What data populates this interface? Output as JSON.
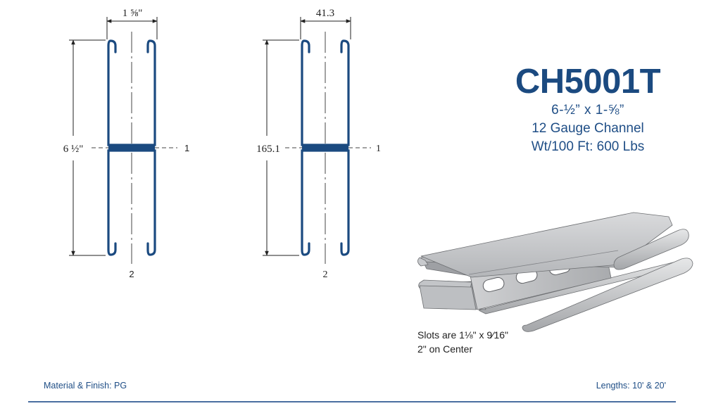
{
  "colors": {
    "profile": "#1b4a80",
    "dimension": "#222222",
    "accent_text": "#1f4e86"
  },
  "drawing_imperial": {
    "width_label": "1 ⅝\"",
    "height_label": "6 ½\"",
    "axis_1": "1",
    "axis_2": "2"
  },
  "drawing_metric": {
    "width_label": "41.3",
    "height_label": "165.1",
    "axis_1": "1",
    "axis_2": "2"
  },
  "spec": {
    "product_code": "CH5001T",
    "dimensions": "6-½” x 1-⅝”",
    "gauge": "12 Gauge Channel",
    "weight": "Wt/100 Ft: 600 Lbs"
  },
  "slots": {
    "line1": "Slots are 1⅛\" x 9⁄16\"",
    "line2": "2\" on Center"
  },
  "footer": {
    "material": "Material & Finish: PG",
    "lengths": "Lengths: 10' & 20'"
  }
}
